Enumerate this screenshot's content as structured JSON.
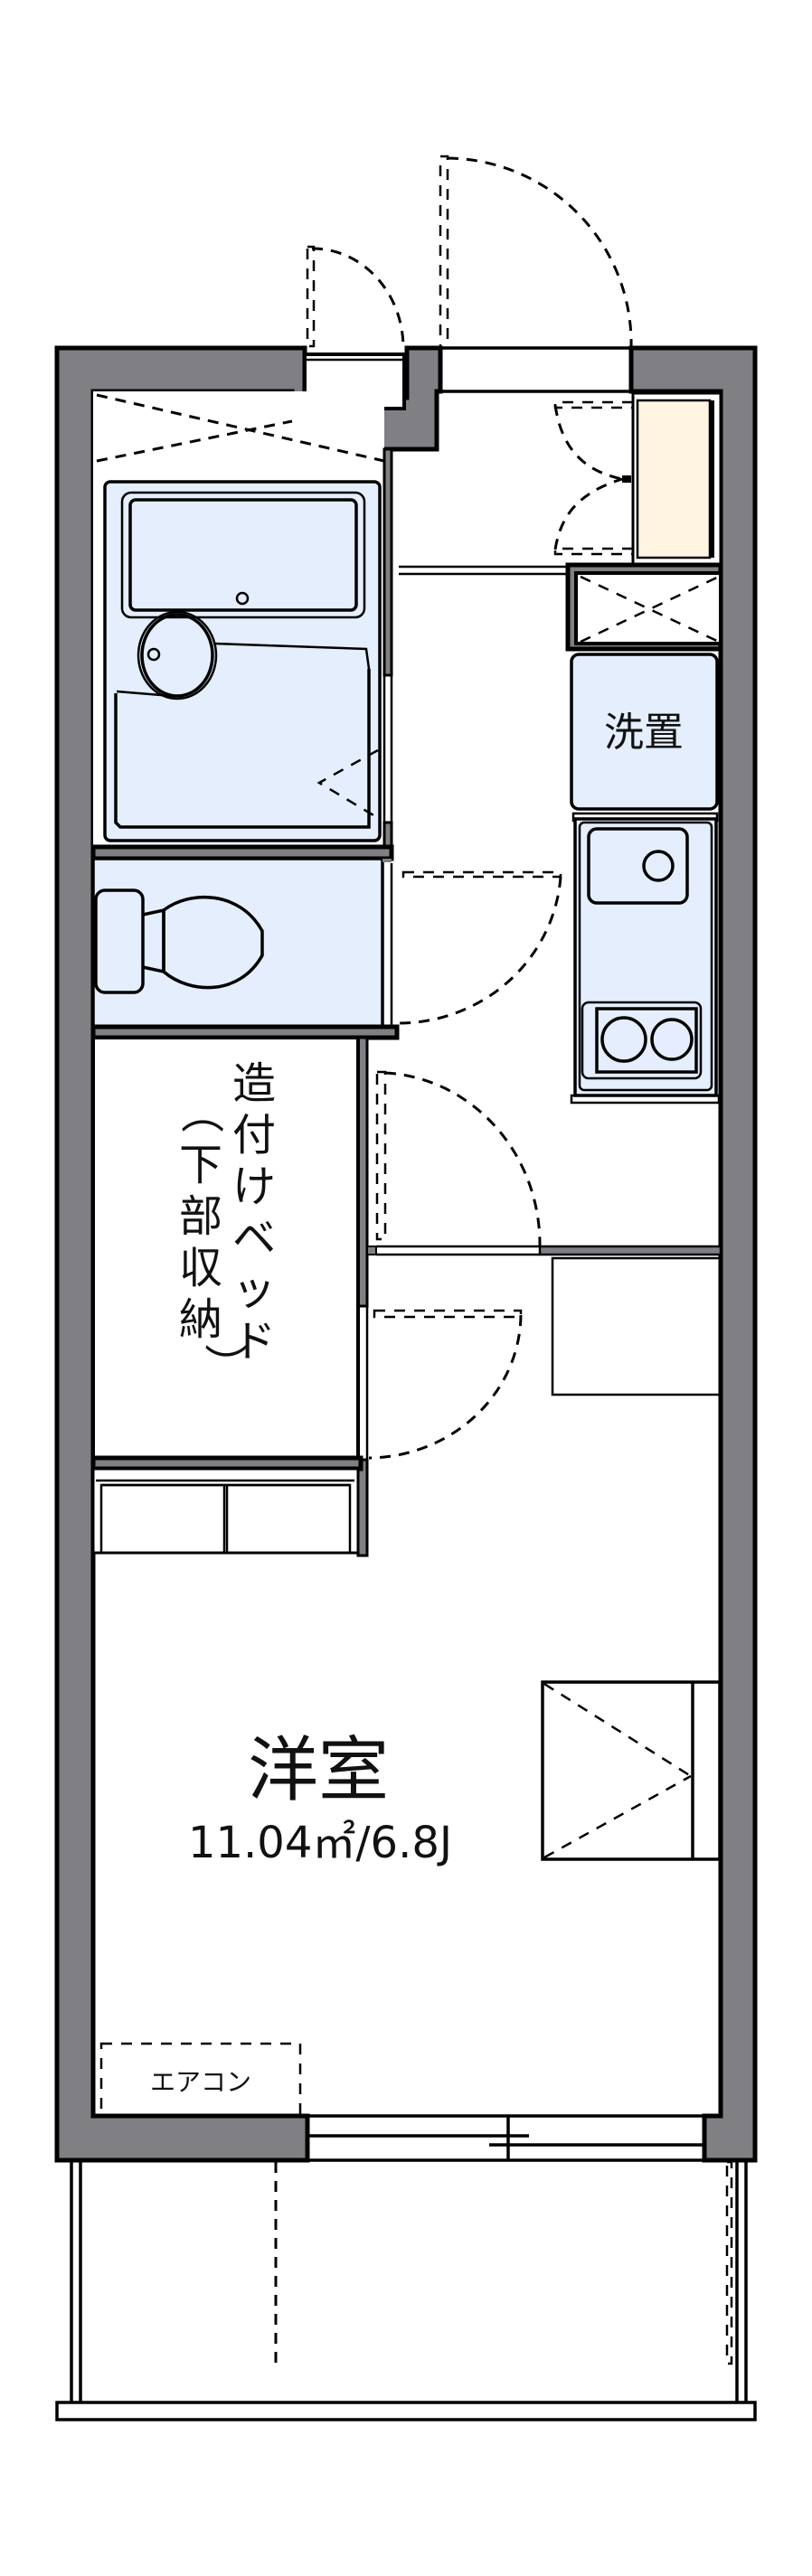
{
  "plan": {
    "colors": {
      "wall": "#807f84",
      "fixture_fill": "#e4eefc",
      "shoe_box_fill": "#fff5e1",
      "line": "#000000",
      "background": "#ffffff"
    },
    "labels": {
      "washer": "洗置",
      "bed_main": [
        "造",
        "付",
        "け",
        "ベ",
        "ッ",
        "ド"
      ],
      "bed_sub": [
        "（",
        "下",
        "部",
        "収",
        "納",
        "）"
      ],
      "room_name": "洋室",
      "room_area": "11.04㎡/6.8J",
      "aircon": "エアコン"
    },
    "rooms": [
      {
        "id": "entrance",
        "icon": "door-swing-icon"
      },
      {
        "id": "unit-bath",
        "icon": "bathtub-icon"
      },
      {
        "id": "toilet",
        "icon": "toilet-icon"
      },
      {
        "id": "kitchen",
        "icon": "sink-stove-icon"
      },
      {
        "id": "washer-space",
        "label_key": "washer"
      },
      {
        "id": "built-in-bed",
        "label_key": "bed_main"
      },
      {
        "id": "closet"
      },
      {
        "id": "western-room",
        "label_key": "room_name",
        "area_key": "room_area"
      },
      {
        "id": "balcony"
      }
    ]
  }
}
